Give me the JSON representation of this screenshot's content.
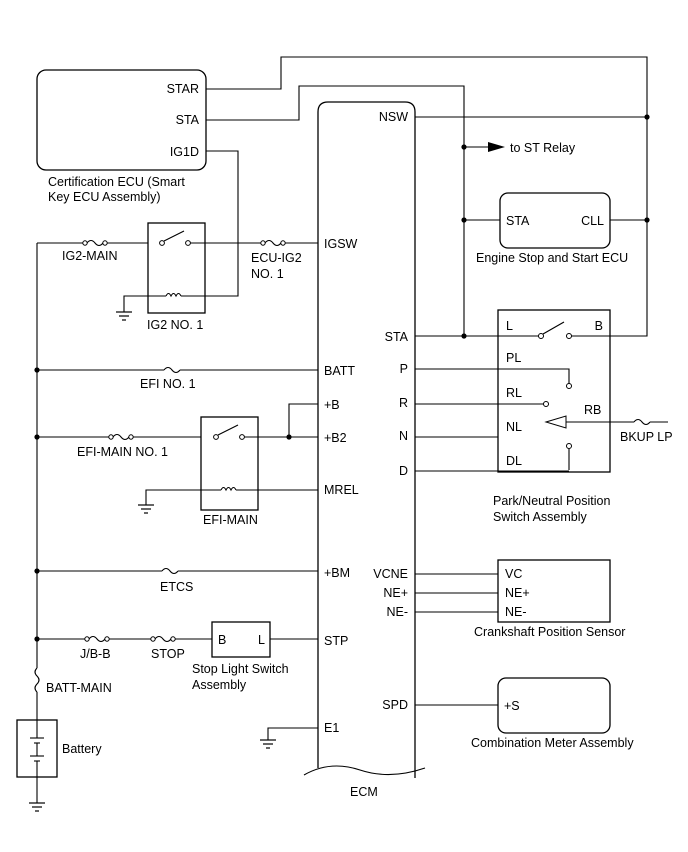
{
  "cert_ecu": {
    "title_line1": "Certification ECU (Smart",
    "title_line2": "Key ECU Assembly)",
    "pins": [
      "STAR",
      "STA",
      "IG1D"
    ]
  },
  "ecm": {
    "name": "ECM",
    "pins_left": [
      "IGSW",
      "BATT",
      "+B",
      "+B2",
      "MREL",
      "+BM",
      "STP",
      "E1"
    ],
    "pins_right": [
      "NSW",
      "STA",
      "P",
      "R",
      "N",
      "D",
      "VCNE",
      "NE+",
      "NE-",
      "SPD"
    ]
  },
  "st_relay": "to ST Relay",
  "engine_ecu": {
    "title": "Engine Stop and Start ECU",
    "pins": [
      "STA",
      "CLL"
    ]
  },
  "pnp_switch": {
    "title_line1": "Park/Neutral Position",
    "title_line2": "Switch Assembly",
    "pins": [
      "L",
      "B",
      "PL",
      "RL",
      "NL",
      "RB",
      "DL"
    ],
    "bkup": "BKUP LP"
  },
  "crank_sensor": {
    "title": "Crankshaft Position Sensor",
    "pins": [
      "VC",
      "NE+",
      "NE-"
    ]
  },
  "combo_meter": {
    "title": "Combination Meter Assembly",
    "pins": [
      "+S"
    ]
  },
  "fuses": {
    "ig2_main": "IG2-MAIN",
    "ecu_ig2_line1": "ECU-IG2",
    "ecu_ig2_line2": "NO. 1",
    "efi_no1": "EFI NO. 1",
    "efi_main_no1": "EFI-MAIN NO. 1",
    "etcs": "ETCS",
    "jb": "J/B-B",
    "stop": "STOP",
    "batt_main": "BATT-MAIN"
  },
  "relays": {
    "ig2": "IG2 NO. 1",
    "efi_main": "EFI-MAIN"
  },
  "stop_switch": {
    "title_line1": "Stop Light Switch",
    "title_line2": "Assembly",
    "pins": [
      "B",
      "L"
    ]
  },
  "battery": "Battery"
}
